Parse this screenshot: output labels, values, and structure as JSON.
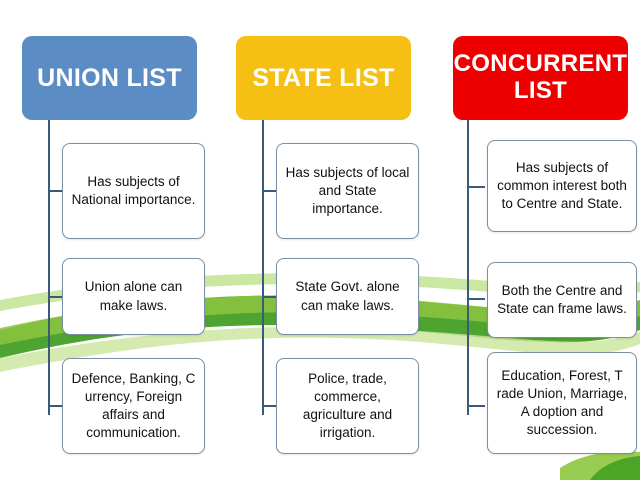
{
  "diagram": {
    "title_union": "UNION LIST",
    "title_state": "STATE LIST",
    "title_concurrent": "CONCURRENT LIST",
    "colors": {
      "union": "#5b8cc4",
      "state": "#f5bf13",
      "concurrent": "#ee0000",
      "connector": "#3b5a7a",
      "box_border": "#7a8fa6",
      "swoosh_green_dark": "#3f9c1f",
      "swoosh_green_light": "#8dc63f",
      "background": "#ffffff"
    },
    "columns": [
      {
        "key": "union",
        "header": "UNION LIST",
        "items": [
          "Has subjects of National importance.",
          "Union alone can make laws.",
          "Defence, Banking, C urrency, Foreign affairs and communication."
        ]
      },
      {
        "key": "state",
        "header": "STATE LIST",
        "items": [
          "Has subjects of local and State importance.",
          "State Govt. alone can make laws.",
          "Police, trade, commerce, agriculture and irrigation."
        ]
      },
      {
        "key": "concurrent",
        "header": "CONCURRENT LIST",
        "items": [
          "Has subjects of common interest both to Centre and State.",
          "Both the Centre and State can frame laws.",
          "Education, Forest, T rade Union, Marriage, A doption and succession."
        ]
      }
    ]
  }
}
